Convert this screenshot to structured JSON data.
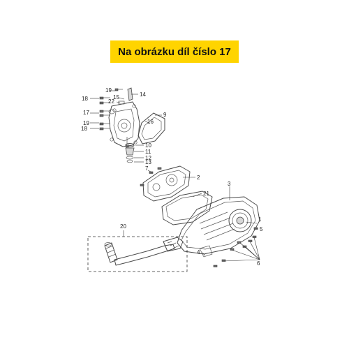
{
  "banner": {
    "text": "Na obrázku díl číslo 17"
  },
  "callouts": {
    "c1": "1",
    "c2": "2",
    "c3": "3",
    "c4": "4",
    "c5": "5",
    "c6": "6",
    "c7": "7",
    "c8": "8",
    "c9": "9",
    "c10": "10",
    "c11": "11",
    "c12": "12",
    "c13": "13",
    "c14": "14",
    "c15": "15",
    "c16": "16",
    "c17": "17",
    "c18a": "18",
    "c18b": "18",
    "c19a": "19",
    "c19b": "19",
    "c20": "20",
    "c21": "21",
    "c22": "22"
  }
}
